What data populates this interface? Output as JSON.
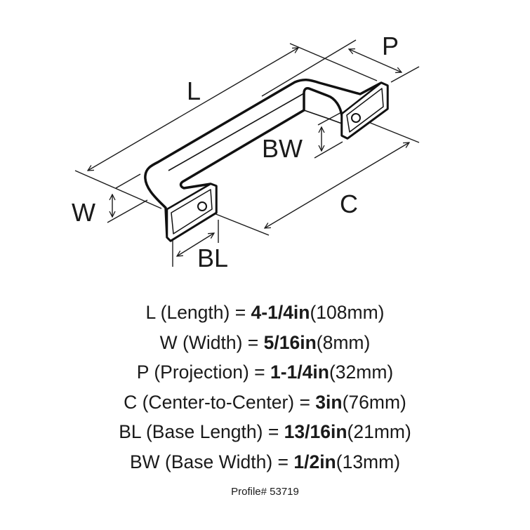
{
  "diagram": {
    "labels": {
      "L": "L",
      "P": "P",
      "W": "W",
      "BW": "BW",
      "C": "C",
      "BL": "BL"
    }
  },
  "specs": [
    {
      "code": "L",
      "name": " (Length) = ",
      "value": "4-1/4in",
      "metric": "(108mm)"
    },
    {
      "code": "W",
      "name": " (Width) = ",
      "value": "5/16in",
      "metric": "(8mm)"
    },
    {
      "code": "P",
      "name": " (Projection) = ",
      "value": "1-1/4in",
      "metric": "(32mm)"
    },
    {
      "code": "C",
      "name": " (Center-to-Center) = ",
      "value": "3in",
      "metric": "(76mm)"
    },
    {
      "code": "BL",
      "name": " (Base Length) = ",
      "value": "13/16in",
      "metric": "(21mm)"
    },
    {
      "code": "BW",
      "name": " (Base Width) = ",
      "value": "1/2in",
      "metric": "(13mm)"
    }
  ],
  "profile": "Profile# 53719"
}
